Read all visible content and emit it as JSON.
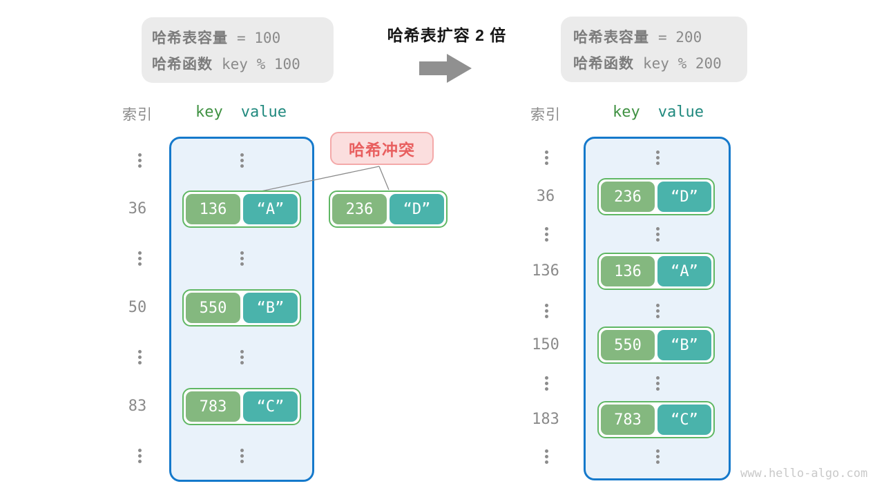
{
  "header": {
    "title": "哈希表扩容 2 倍",
    "arrow_icon": "right-arrow",
    "left_box": {
      "capacity_label": "哈希表容量",
      "capacity_value": "= 100",
      "function_label": "哈希函数",
      "function_value": "key % 100"
    },
    "right_box": {
      "capacity_label": "哈希表容量",
      "capacity_value": "= 200",
      "function_label": "哈希函数",
      "function_value": "key % 200"
    }
  },
  "left_panel": {
    "index_header": "索引",
    "key_header": "key",
    "value_header": "value",
    "rows": [
      {
        "index": "36",
        "key": "136",
        "value": "“A”"
      },
      {
        "index": "50",
        "key": "550",
        "value": "“B”"
      },
      {
        "index": "83",
        "key": "783",
        "value": "“C”"
      }
    ]
  },
  "right_panel": {
    "index_header": "索引",
    "key_header": "key",
    "value_header": "value",
    "rows": [
      {
        "index": "36",
        "key": "236",
        "value": "“D”"
      },
      {
        "index": "136",
        "key": "136",
        "value": "“A”"
      },
      {
        "index": "150",
        "key": "550",
        "value": "“B”"
      },
      {
        "index": "183",
        "key": "783",
        "value": "“C”"
      }
    ]
  },
  "collision": {
    "label": "哈希冲突",
    "pair": {
      "key": "236",
      "value": "“D”"
    }
  },
  "watermark": "www.hello-algo.com",
  "colors": {
    "key_box_green": "#84b87f",
    "value_box_teal": "#4ab3ab",
    "pair_border_green": "#5fb763",
    "table_border_blue": "#1579cb",
    "table_bg_blue": "#e9f2fa",
    "collision_bg": "#fbdede",
    "collision_border": "#f4a9a9",
    "collision_text": "#e85f5f",
    "info_box_bg": "#ebebeb",
    "muted_gray_text": "#8a8a8a",
    "key_header_green": "#3f9142",
    "value_header_teal": "#20897e",
    "arrow_gray": "#909090"
  }
}
